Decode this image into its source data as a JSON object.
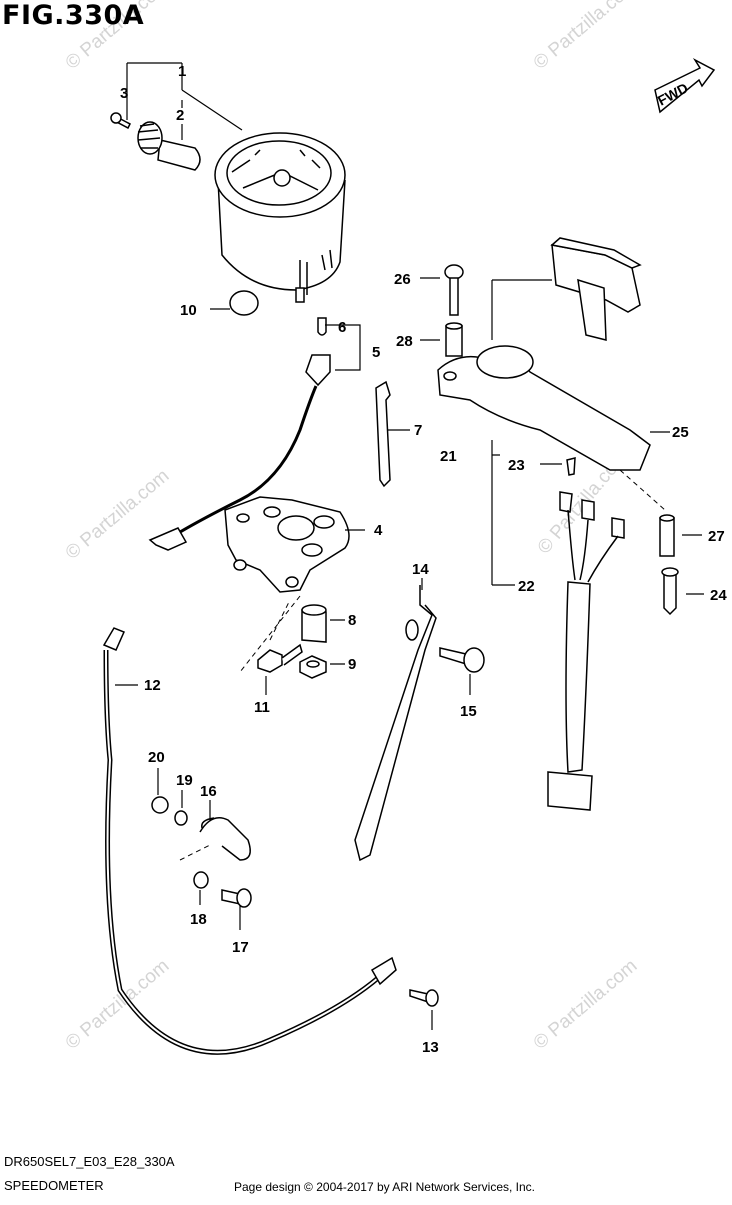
{
  "figure": {
    "title": "FIG.330A",
    "model_code": "DR650SEL7_E03_E28_330A",
    "section_name": "SPEEDOMETER",
    "copyright": "Page design © 2004-2017 by ARI Network Services, Inc.",
    "fwd_label": "FWD"
  },
  "watermark": {
    "text": "© Partzilla.com",
    "color": "#d4d4d4"
  },
  "callouts": [
    "1",
    "2",
    "3",
    "4",
    "5",
    "6",
    "7",
    "8",
    "9",
    "10",
    "11",
    "12",
    "13",
    "14",
    "15",
    "16",
    "17",
    "18",
    "19",
    "20",
    "21",
    "22",
    "23",
    "24",
    "25",
    "26",
    "27",
    "28"
  ]
}
